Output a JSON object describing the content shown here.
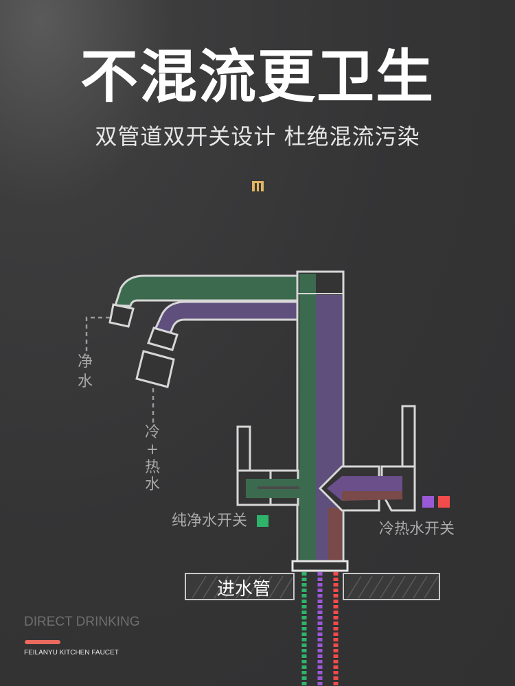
{
  "header": {
    "title": "不混流更卫生",
    "subtitle": "双管道双开关设计 杜绝混流污染"
  },
  "labels": {
    "pure_water": [
      "净",
      "水"
    ],
    "mixed_water": [
      "冷",
      "+",
      "热",
      "水"
    ],
    "pure_switch": "纯净水开关",
    "hot_cold_switch": "冷热水开关",
    "inlet_pipe": "进水管"
  },
  "branding": {
    "tagline": "DIRECT DRINKING",
    "name": "FEILANYU KITCHEN  FAUCET"
  },
  "colors": {
    "background": "#343435",
    "pure_water_channel": "#3c6a4f",
    "mixed_water_channel": "#5f4f7c",
    "green_marker": "#2fb36b",
    "purple_marker": "#9a59d6",
    "red_marker": "#f24b4b",
    "accent_bar": "#ea6a5e",
    "ornament": "#e0b562"
  }
}
